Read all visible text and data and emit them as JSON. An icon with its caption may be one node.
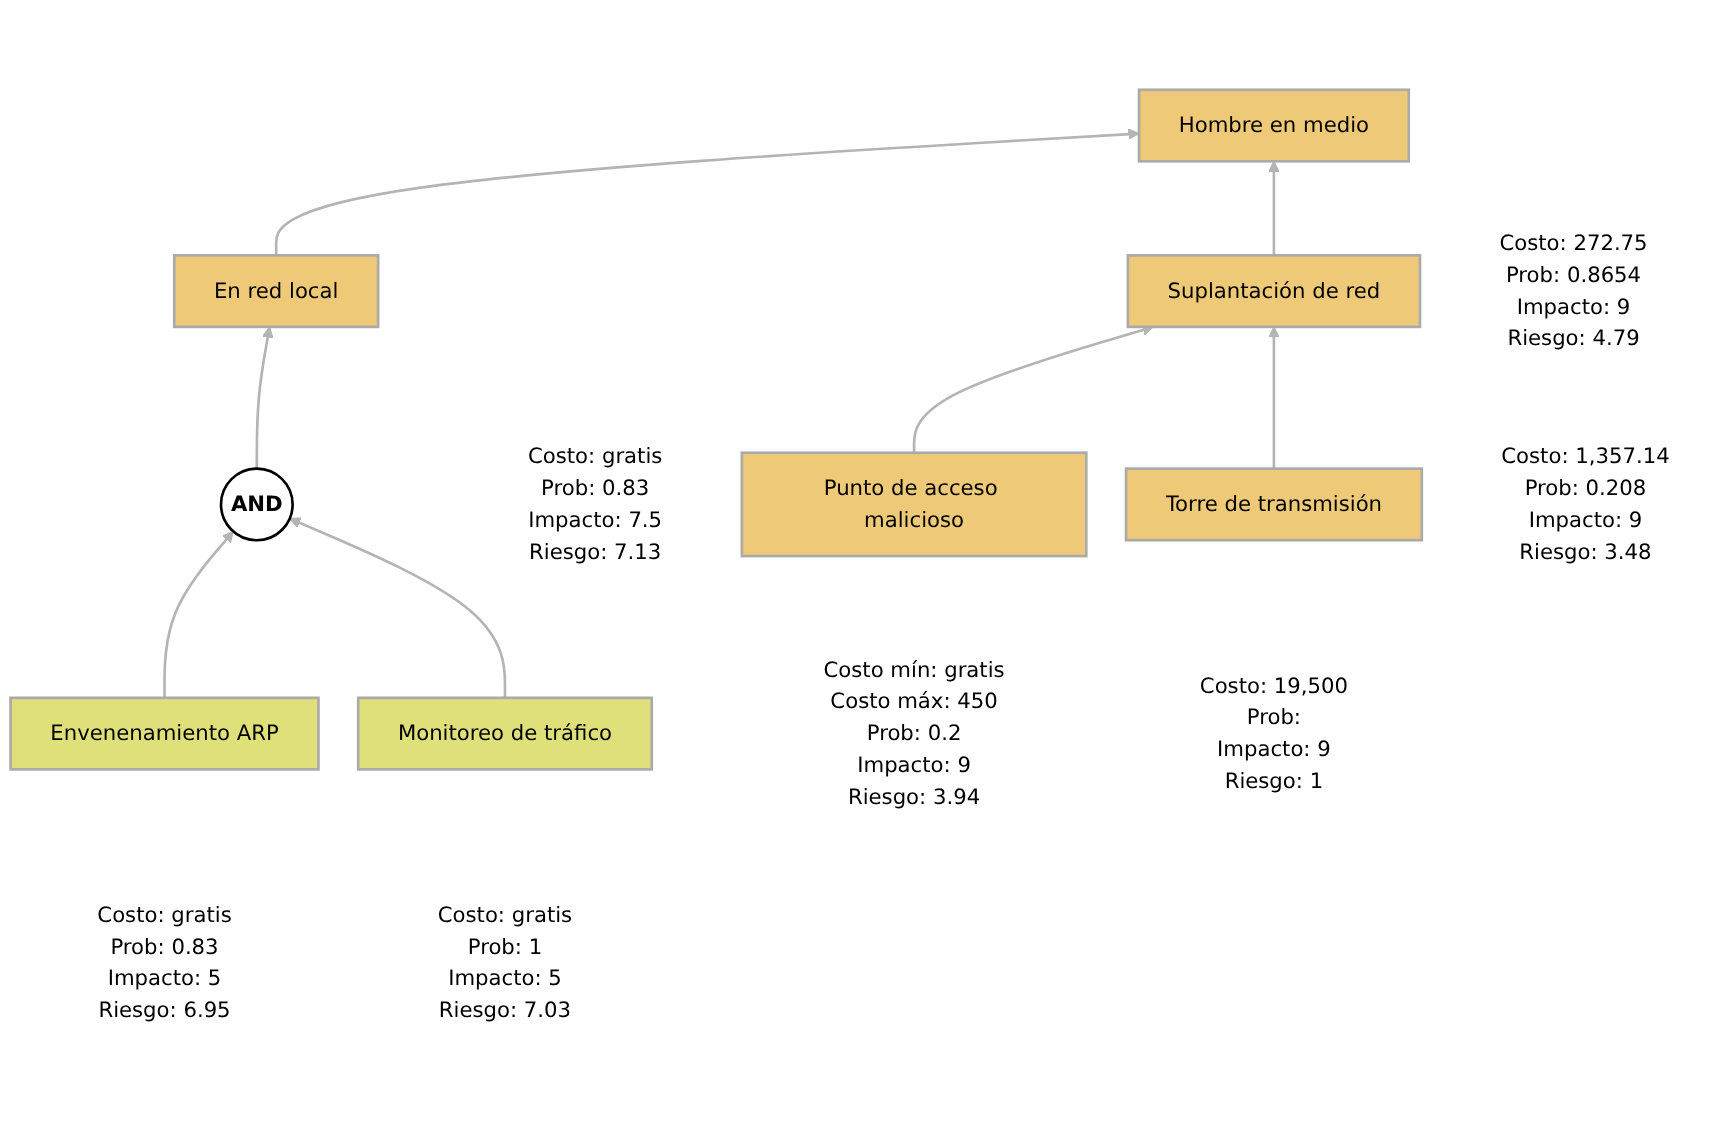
{
  "diagram": {
    "nodes": [
      {
        "text": [
          "Hombre en medio"
        ],
        "beside": [
          "Costo: 272.75",
          "Prob: 0.8654",
          "Impacto: 9",
          "Riesgo: 4.79"
        ]
      },
      {
        "text": [
          "En red local"
        ],
        "beside": [
          "Costo: gratis",
          "Prob: 0.83",
          "Impacto: 7.5",
          "Riesgo: 7.13"
        ]
      },
      {
        "text": [
          "Suplantación de red"
        ],
        "beside": [
          "Costo: 1,357.14",
          "Prob: 0.208",
          "Impacto: 9",
          "Riesgo: 3.48"
        ]
      },
      {
        "text": [
          "AND"
        ]
      },
      {
        "text": [
          "Punto de acceso malicioso"
        ],
        "beside": [
          "Costo mín: gratis",
          "Costo máx: 450",
          "Prob: 0.2",
          "Impacto: 9",
          "Riesgo: 3.94"
        ]
      },
      {
        "text": [
          "Torre de transmisión"
        ],
        "beside": [
          "Costo: 19,500",
          "Prob:",
          "Impacto: 9",
          "Riesgo: 1"
        ]
      },
      {
        "text": [
          "Envenenamiento ARP"
        ],
        "beside": [
          "Costo: gratis",
          "Prob: 0.83",
          "Impacto: 5",
          "Riesgo: 6.95"
        ]
      },
      {
        "text": [
          "Monitoreo de tráfico"
        ],
        "beside": [
          "Costo: gratis",
          "Prob: 1",
          "Impacto: 5",
          "Riesgo: 7.03"
        ]
      }
    ],
    "edges": [
      {
        "from": 1,
        "to": 0,
        "arrow": "to"
      },
      {
        "from": 2,
        "to": 0,
        "arrow": "to"
      },
      {
        "from": 3,
        "to": 1,
        "arrow": "to"
      },
      {
        "from": 4,
        "to": 2,
        "arrow": "to"
      },
      {
        "from": 5,
        "to": 2,
        "arrow": "to"
      },
      {
        "from": 6,
        "to": 3,
        "arrow": "to"
      },
      {
        "from": 7,
        "to": 3,
        "arrow": "to"
      }
    ]
  }
}
